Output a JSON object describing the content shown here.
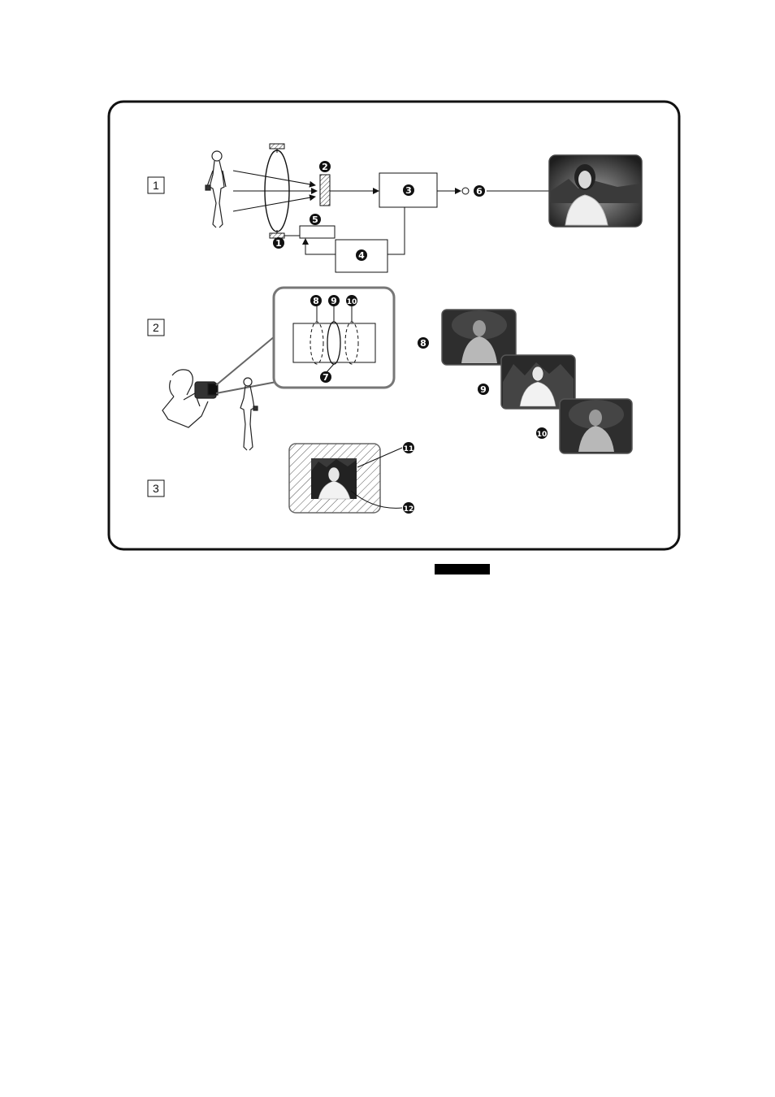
{
  "sections": [
    "1",
    "2",
    "3"
  ],
  "callouts": {
    "c1": "1",
    "c2": "2",
    "c3": "3",
    "c4": "4",
    "c5": "5",
    "c6": "6",
    "c7": "7",
    "c8": "8",
    "c9": "9",
    "c10": "10",
    "c11": "11",
    "c12": "12",
    "c8b": "8",
    "c9b": "9",
    "c10b": "10"
  },
  "colors": {
    "ink": "#111111",
    "photo_dark": "#2a2a2a",
    "photo_mid": "#6f6f6f",
    "frame": "#8a8a8a"
  }
}
